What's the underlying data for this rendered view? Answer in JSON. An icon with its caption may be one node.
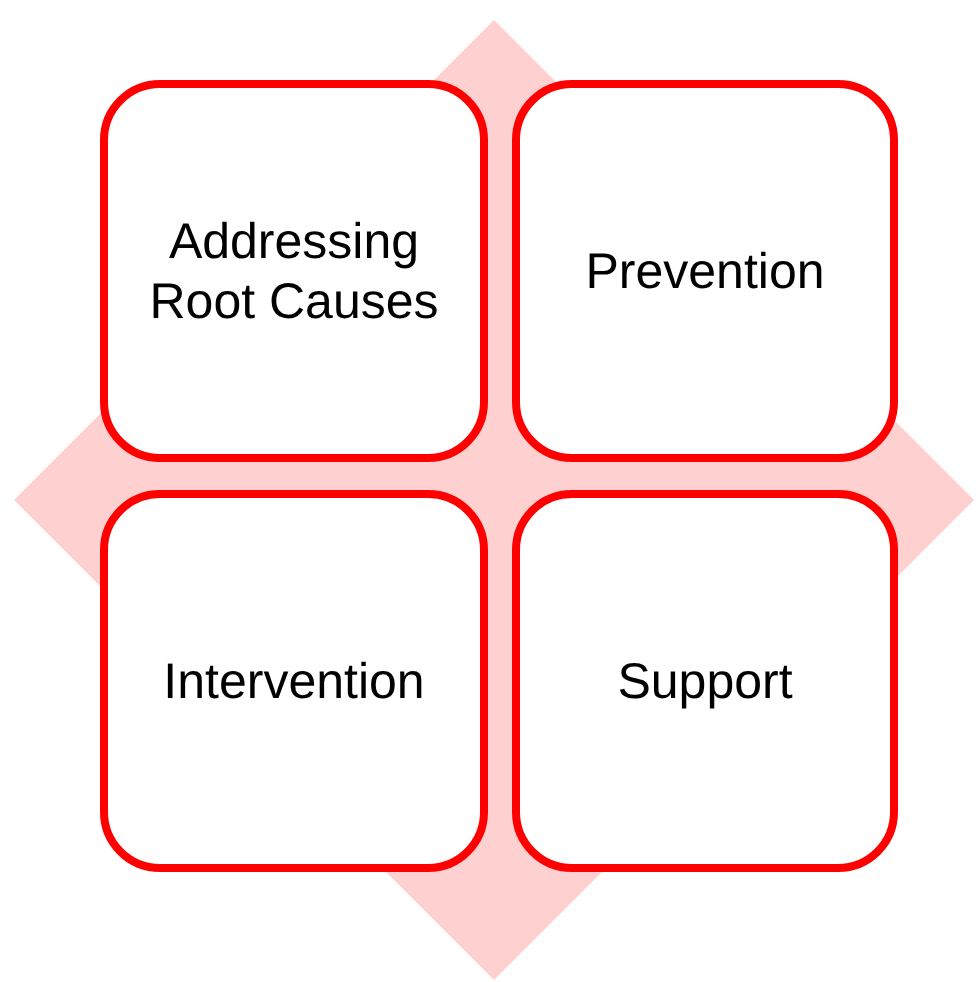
{
  "diagram": {
    "nodes": [
      {
        "text": [
          "Addressing Root Causes"
        ]
      },
      {
        "text": [
          "Prevention"
        ]
      },
      {
        "text": [
          "Intervention"
        ]
      },
      {
        "text": [
          "Support"
        ]
      }
    ]
  }
}
